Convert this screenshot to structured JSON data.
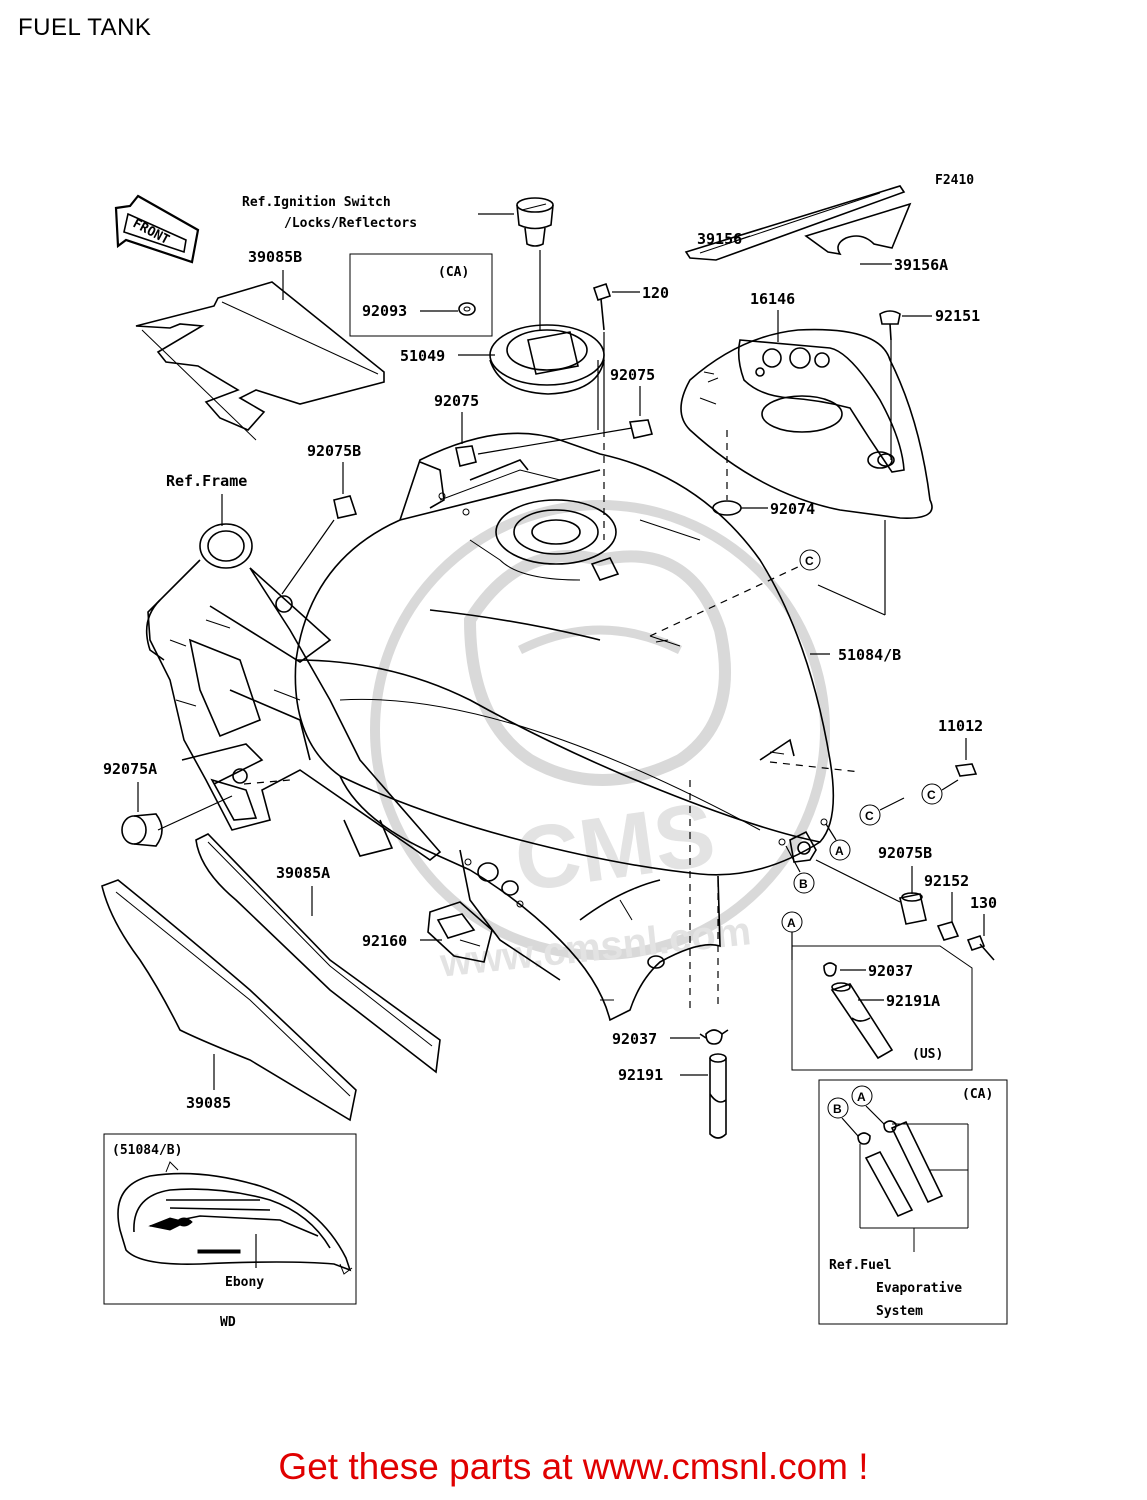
{
  "title": "FUEL TANK",
  "figure_code": "F2410",
  "front_label": "FRONT",
  "refs": {
    "ignition_line1": "Ref.Ignition Switch",
    "ignition_line2": "/Locks/Reflectors",
    "frame": "Ref.Frame",
    "fuel_line1": "Ref.Fuel",
    "fuel_line2": "Evaporative",
    "fuel_line3": "System"
  },
  "parts": {
    "p39156": "39156",
    "p39156a": "39156A",
    "p16146": "16146",
    "p92151": "92151",
    "p120": "120",
    "p39085b": "39085B",
    "p92093": "92093",
    "p51049": "51049",
    "p92075_a": "92075",
    "p92075_b": "92075",
    "p92074": "92074",
    "p92075b_top": "92075B",
    "p51084b": "51084/B",
    "p11012": "11012",
    "p92075a": "92075A",
    "p39085a": "39085A",
    "p92160": "92160",
    "p92075b_right": "92075B",
    "p92152": "92152",
    "p130": "130",
    "p92037_a": "92037",
    "p92191a": "92191A",
    "p92037_b": "92037",
    "p92191": "92191",
    "p39085": "39085"
  },
  "callouts": {
    "a": "A",
    "b": "B",
    "c": "C"
  },
  "boxes": {
    "ca_top": "(CA)",
    "us": "(US)",
    "ca_bottom": "(CA)",
    "inset_title": "(51084/B)",
    "inset_label": "Ebony",
    "inset_below": "WD"
  },
  "watermark": {
    "main": "CMS",
    "url": "www.cmsnl.com"
  },
  "footer": {
    "promo": "Get these parts at www.cmsnl.com !"
  }
}
